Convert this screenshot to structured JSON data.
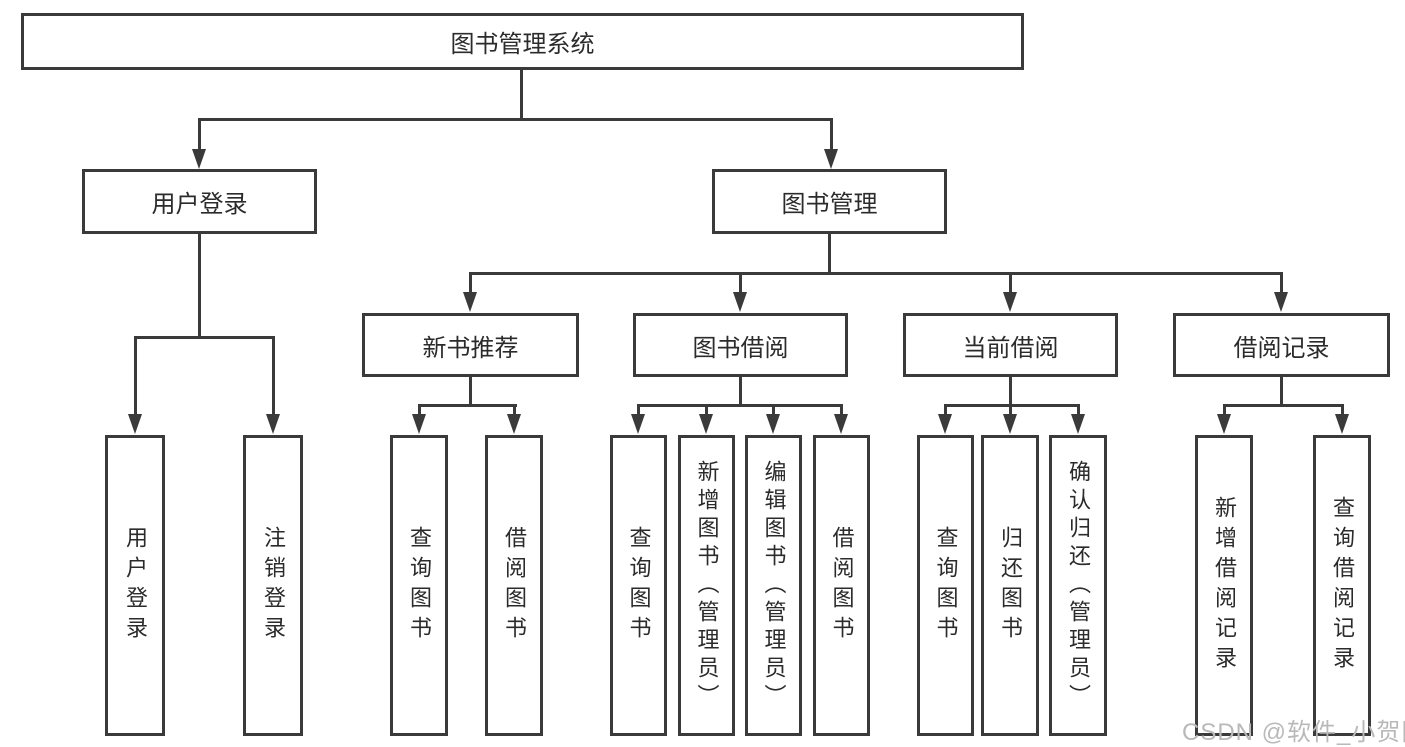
{
  "diagram": {
    "title": "图书管理系统",
    "root": {
      "label": "图书管理系统"
    },
    "level2": {
      "user_login": {
        "label": "用户登录"
      },
      "book_management": {
        "label": "图书管理"
      }
    },
    "level3": {
      "new_book_recommend": {
        "label": "新书推荐"
      },
      "book_borrow": {
        "label": "图书借阅"
      },
      "current_borrow": {
        "label": "当前借阅"
      },
      "borrow_records": {
        "label": "借阅记录"
      }
    },
    "leaves": {
      "user_login": [
        "用户登录",
        "注销登录"
      ],
      "new_book_recommend": [
        "查询图书",
        "借阅图书"
      ],
      "book_borrow": [
        "查询图书",
        "新增图书（管理员）",
        "编辑图书（管理员）",
        "借阅图书"
      ],
      "current_borrow": [
        "查询图书",
        "归还图书",
        "确认归还（管理员）"
      ],
      "borrow_records": [
        "新增借阅记录",
        "查询借阅记录"
      ]
    }
  },
  "watermark": "CSDN @软件_小贺同学",
  "colors": {
    "line": "#3a3a3a",
    "text": "#2b2b2b",
    "box_bg": "#ffffff",
    "watermark": "#b9b9b9",
    "background": "#ffffff"
  }
}
